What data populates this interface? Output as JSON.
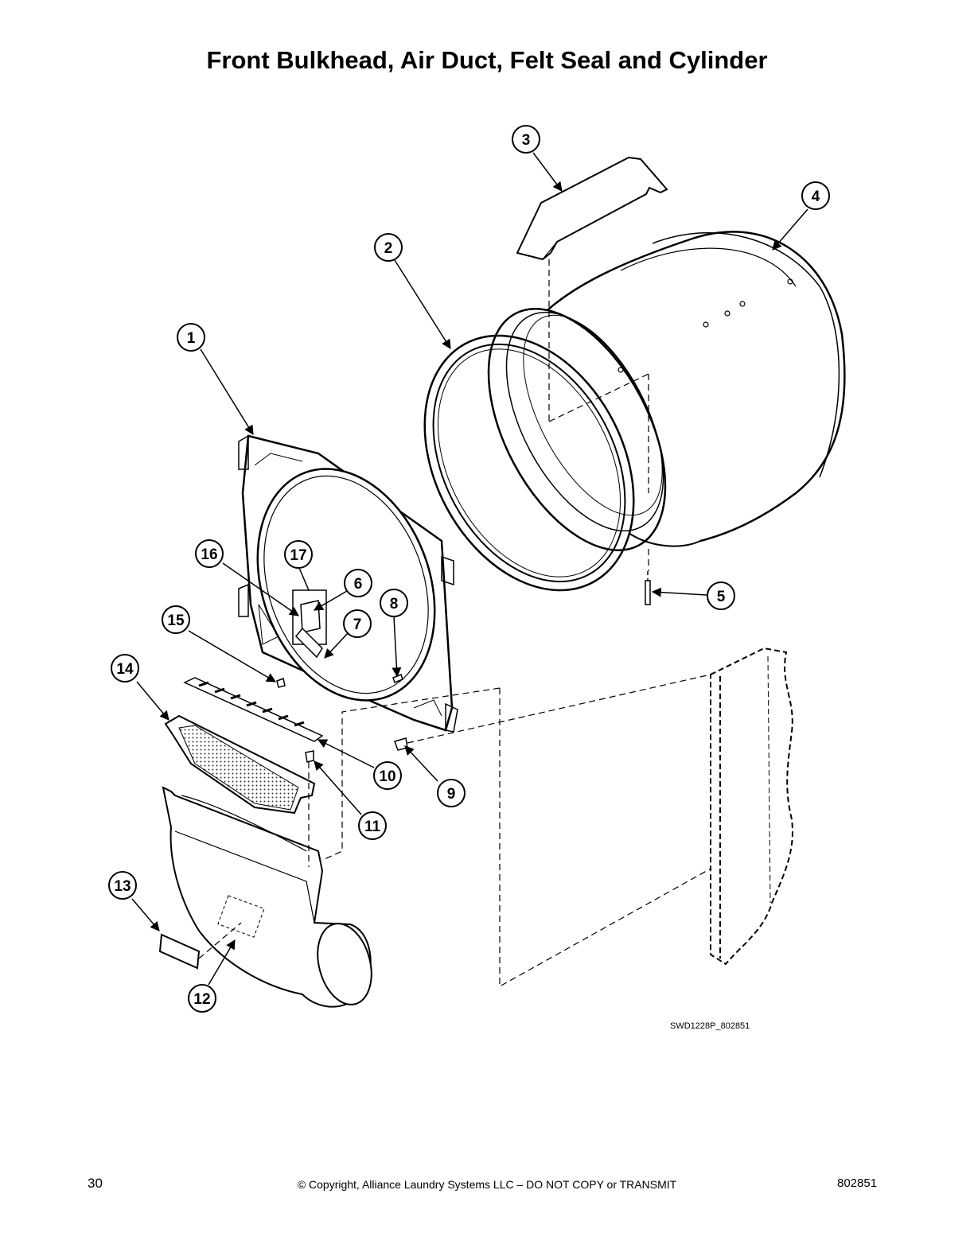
{
  "title": "Front Bulkhead, Air Duct, Felt Seal and Cylinder",
  "drawing_code": "SWD1228P_802851",
  "footer": {
    "page_number": "30",
    "copyright": "© Copyright, Alliance Laundry Systems LLC – DO NOT COPY or TRANSMIT",
    "document_number": "802851"
  },
  "callouts": [
    "1",
    "2",
    "3",
    "4",
    "5",
    "6",
    "7",
    "8",
    "9",
    "10",
    "11",
    "12",
    "13",
    "14",
    "15",
    "16",
    "17"
  ]
}
